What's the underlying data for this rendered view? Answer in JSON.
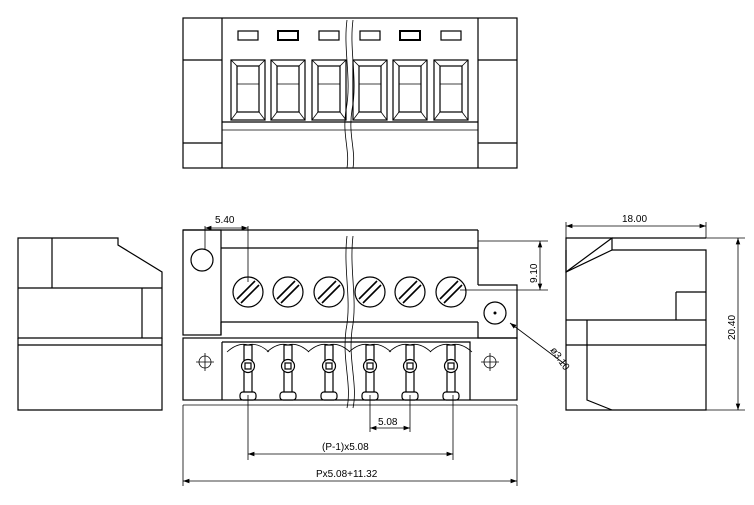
{
  "dimensions": {
    "top_width": "5.40",
    "right_height": "9.10",
    "hole_diameter": "ø3.10",
    "pitch": "5.08",
    "span": "(P-1)x5.08",
    "overall": "Px5.08+11.32",
    "side_depth": "18.00",
    "side_height": "20.40"
  },
  "colors": {
    "line": "#000000",
    "background": "#ffffff"
  }
}
